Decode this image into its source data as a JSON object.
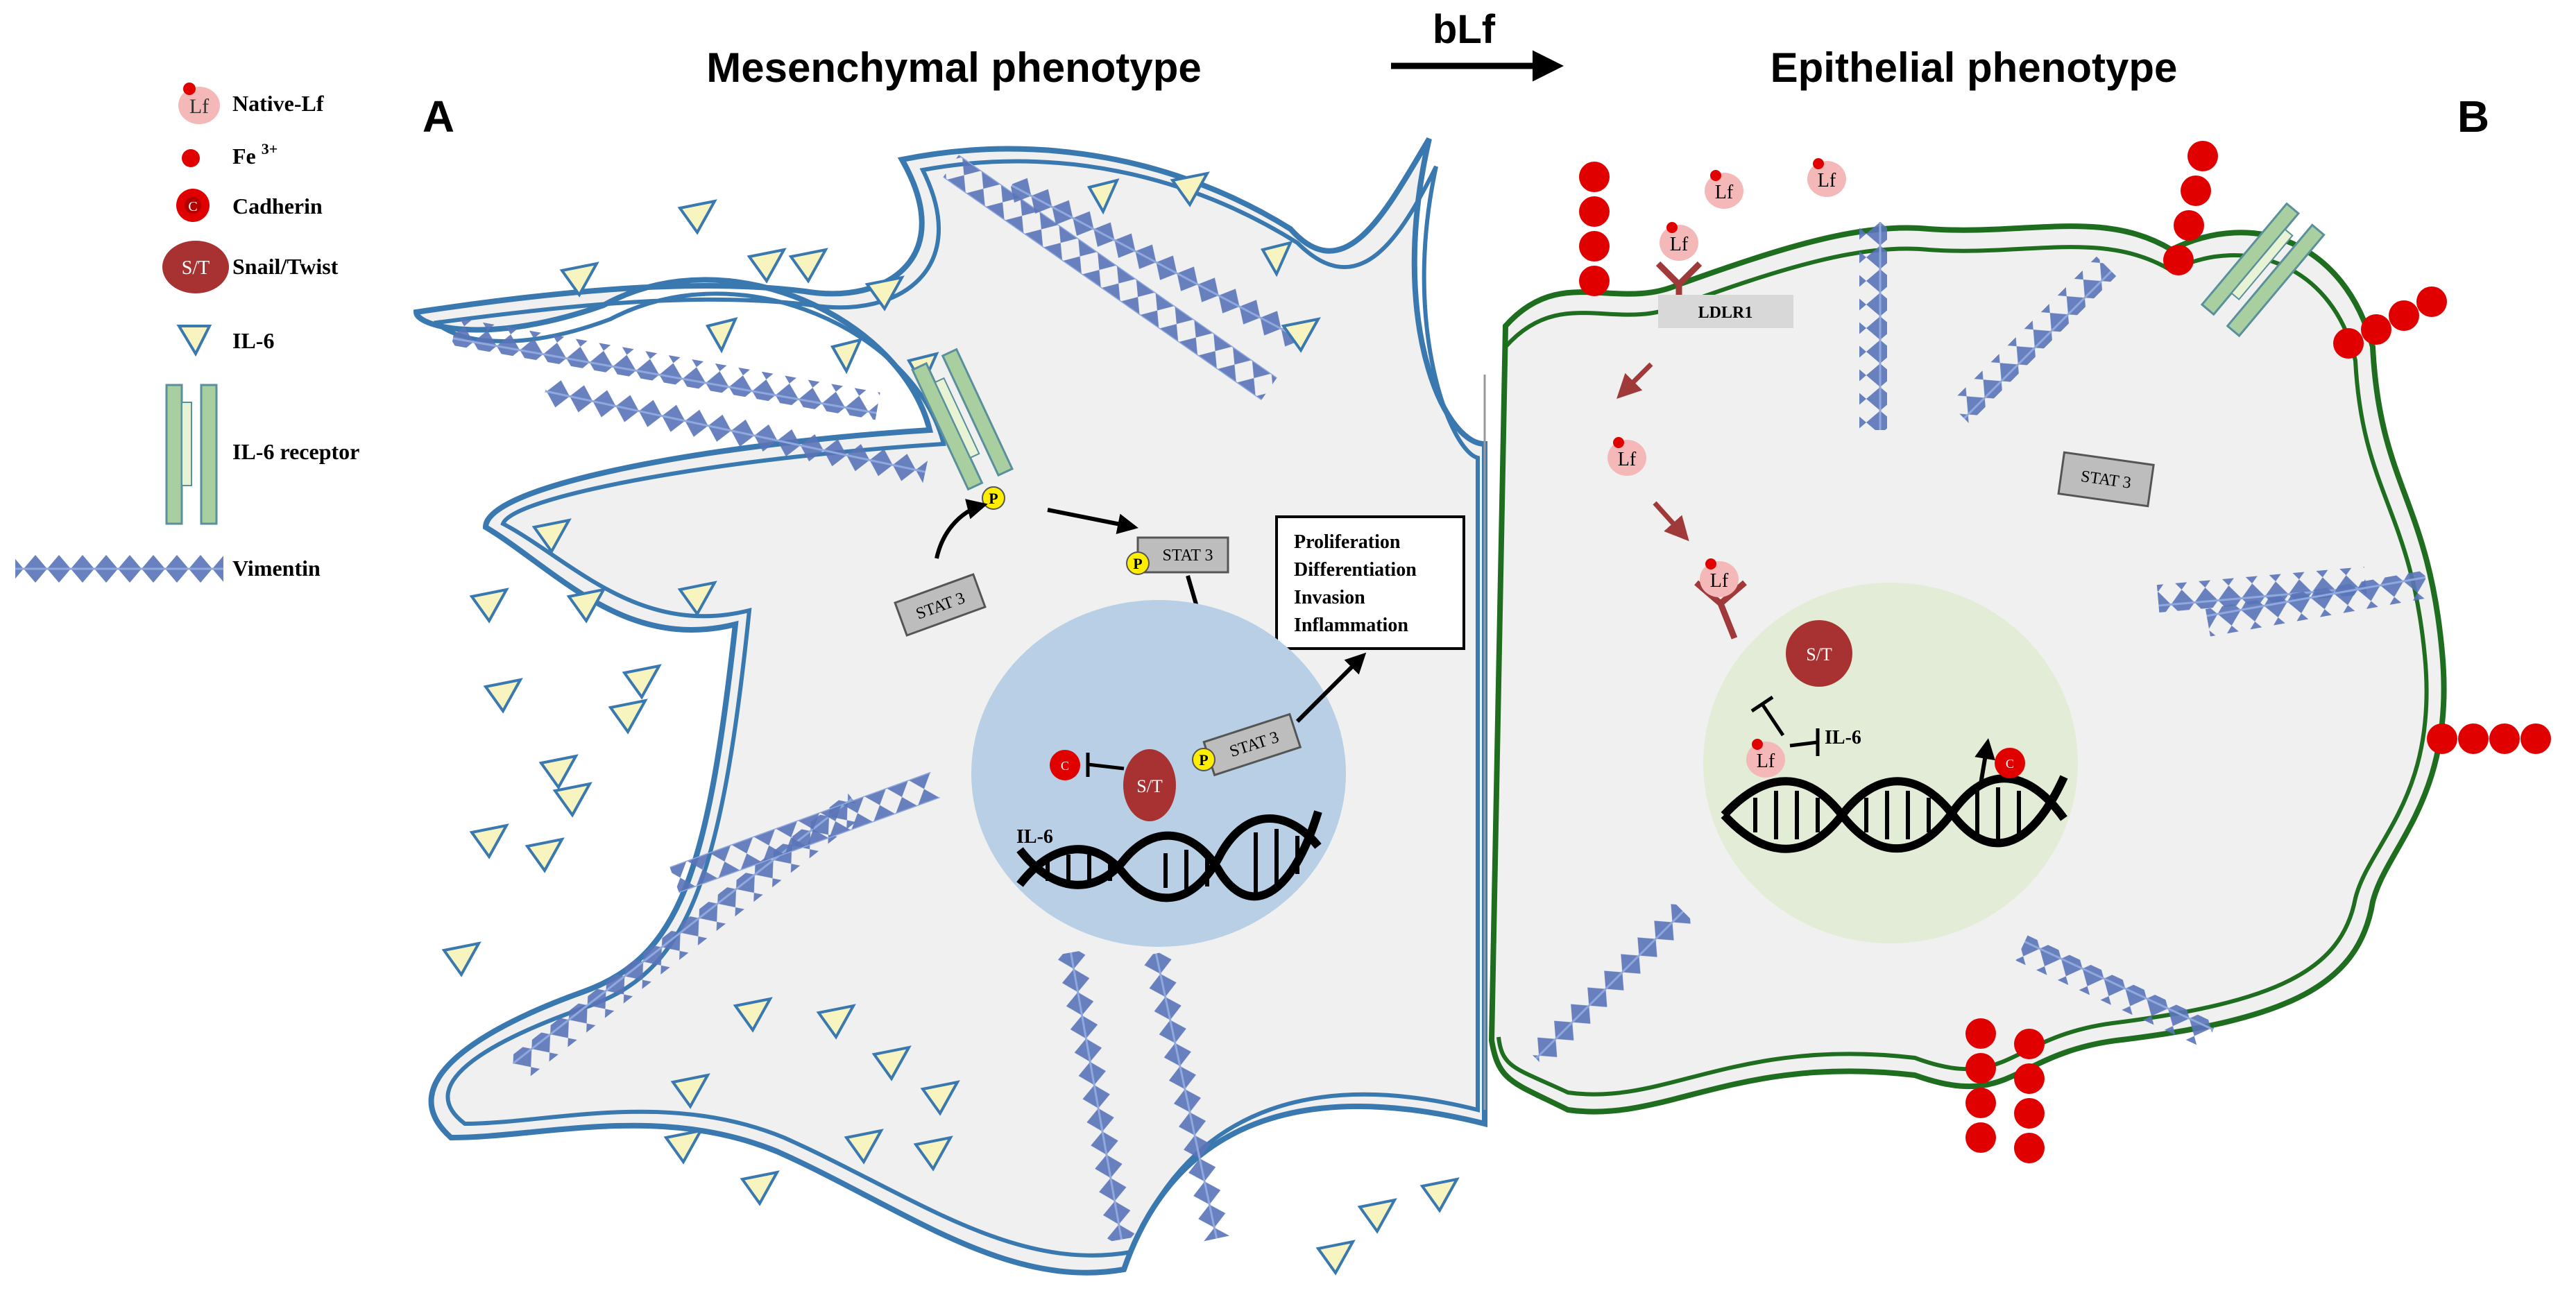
{
  "titles": {
    "left": "Mesenchymal phenotype",
    "right": "Epithelial phenotype",
    "arrow": "bLf"
  },
  "panel_labels": {
    "a": "A",
    "b": "B"
  },
  "legend": [
    {
      "icon": "native-lf-icon",
      "label": "Native-Lf",
      "glyph": "Lf"
    },
    {
      "icon": "iron-icon",
      "label": "Fe",
      "sup": "3+"
    },
    {
      "icon": "cadherin-icon",
      "label": "Cadherin",
      "glyph": "C"
    },
    {
      "icon": "snail-twist-icon",
      "label": "Snail/Twist",
      "glyph": "S/T"
    },
    {
      "icon": "il6-icon",
      "label": "IL-6"
    },
    {
      "icon": "il6-receptor-icon",
      "label": "IL-6 receptor"
    },
    {
      "icon": "vimentin-icon",
      "label": "Vimentin"
    }
  ],
  "left_cell": {
    "stat3": "STAT 3",
    "phospho": "P",
    "outcomes": [
      "Proliferation",
      "Differentiation",
      "Invasion",
      "Inflammation"
    ],
    "snail_twist": "S/T",
    "cadherin": "C",
    "il6_gene": "IL-6"
  },
  "right_cell": {
    "receptor": "LDLR1",
    "lf": "Lf",
    "stat3": "STAT 3",
    "snail_twist": "S/T",
    "il6": "IL-6",
    "cadherin": "C"
  },
  "colors": {
    "mesenchymal_membrane": "#3a78b0",
    "epithelial_membrane": "#1f6e1f",
    "cytoplasm": "#f0f0f0",
    "nucleus_left": "#b8cfe6",
    "nucleus_right": "#e3ecd6",
    "cadherin_red": "#e00000",
    "lf_pink": "#f4b8b8",
    "snail_twist": "#a83232",
    "il6": "#f7f4c0",
    "receptor": "#a9cfa0",
    "stat_gray": "#bdbdbd",
    "vimentin": "#5a73b8",
    "lf_arrow": "#a03a3a"
  }
}
